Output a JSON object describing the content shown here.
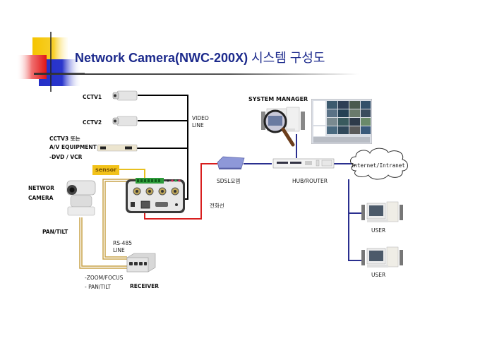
{
  "title": {
    "main": "Network Camera(NWC-200X)",
    "korean": "시스템 구성도"
  },
  "labels": {
    "cctv1": "CCTV1",
    "cctv2": "CCTV2",
    "cctv3_line1": "CCTV3 또는",
    "cctv3_line2": "A/V EQUIPMENT",
    "cctv3_line3": "-DVD /  VCR",
    "video_line_1": "VIDEO",
    "video_line_2": "LINE",
    "sensor": "sensor",
    "network_camera_1": "NETWOR",
    "network_camera_2": "CAMERA",
    "pan_tilt": "PAN/TILT",
    "rs485_1": "RS-485",
    "rs485_2": "LINE",
    "zoom_focus": "-ZOOM/FOCUS",
    "pan_tilt_2": "- PAN/TILT",
    "receiver": "RECEIVER",
    "sdsl_modem": "SDSL모뎀",
    "phone_line": "전화선",
    "hub_router": "HUB/ROUTER",
    "system_manager": "SYSTEM MANAGER",
    "internet": "Internet/Intranet",
    "user1": "USER",
    "user2": "USER"
  },
  "colors": {
    "title": "#1c2a8c",
    "video_wire": "#000000",
    "phone_wire": "#d81e1e",
    "network_wire": "#2a2f8f",
    "sensor_wire": "#e8c020",
    "control_wire": "#c9a34a"
  }
}
